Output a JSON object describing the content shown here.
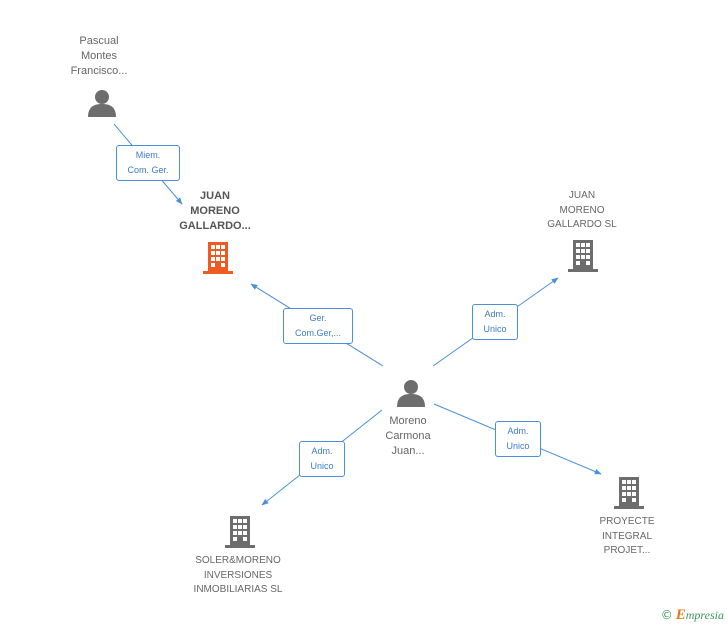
{
  "nodes": {
    "pascual": {
      "line1": "Pascual",
      "line2": "Montes",
      "line3": "Francisco...",
      "icon": "person-icon"
    },
    "juan_moreno_gallardo_focus": {
      "line1": "JUAN",
      "line2": "MORENO",
      "line3": "GALLARDO...",
      "icon": "building-icon",
      "color": "#f05a22"
    },
    "juan_moreno_gallardo_sl": {
      "line1": "JUAN",
      "line2": "MORENO",
      "line3": "GALLARDO SL",
      "icon": "building-icon",
      "color": "#6d6d6d"
    },
    "moreno_carmona": {
      "line1": "Moreno",
      "line2": "Carmona",
      "line3": "Juan...",
      "icon": "person-icon"
    },
    "soler_moreno": {
      "line1": "SOLER&MORENO",
      "line2": "INVERSIONES",
      "line3": "INMOBILIARIAS SL",
      "icon": "building-icon",
      "color": "#6d6d6d"
    },
    "proyecte_integral": {
      "line1": "PROYECTE",
      "line2": "INTEGRAL",
      "line3": "PROJET...",
      "icon": "building-icon",
      "color": "#6d6d6d"
    }
  },
  "edges": {
    "pascual_to_focus": {
      "line1": "Miem.",
      "line2": "Com. Ger."
    },
    "moreno_to_focus": {
      "line1": "Ger.",
      "line2": "Com.Ger,..."
    },
    "moreno_to_sl": {
      "line1": "Adm.",
      "line2": "Unico"
    },
    "moreno_to_soler": {
      "line1": "Adm.",
      "line2": "Unico"
    },
    "moreno_to_proyecte": {
      "line1": "Adm.",
      "line2": "Unico"
    }
  },
  "colors": {
    "edge": "#4a90d9",
    "person": "#6d6d6d",
    "focus_building": "#f05a22",
    "building": "#6d6d6d"
  },
  "brand": {
    "copyright_symbol": "©",
    "initial": "E",
    "rest": "mpresia"
  }
}
